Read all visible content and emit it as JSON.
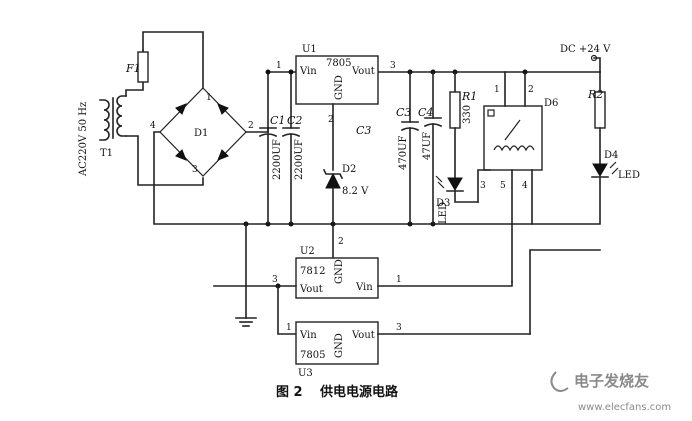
{
  "source": {
    "label": "AC220V 50 Hz",
    "transformer": "T1",
    "fuse": "F1"
  },
  "bridge": {
    "label": "D1",
    "pins": {
      "top": "1",
      "right": "2",
      "bottom": "3",
      "left": "4"
    }
  },
  "capacitors": {
    "c1": {
      "name": "C1",
      "value": "2200UF"
    },
    "c2": {
      "name": "C2",
      "value": "2200UF"
    },
    "c3": {
      "name": "C3"
    },
    "c3b": {
      "name": "C3",
      "value": "470UF"
    },
    "c4": {
      "name": "C4",
      "value": "47UF"
    }
  },
  "regulators": {
    "u1": {
      "ref": "U1",
      "part": "7805",
      "vin": "Vin",
      "vout": "Vout",
      "gnd": "GND",
      "pin_in": "1",
      "pin_out": "3",
      "pin_gnd": "2"
    },
    "u2": {
      "ref": "U2",
      "part": "7812",
      "vin": "Vin",
      "vout": "Vout",
      "gnd": "GND",
      "pin_in": "1",
      "pin_out": "3",
      "pin_gnd": "2"
    },
    "u3": {
      "ref": "U3",
      "part": "7805",
      "vin": "Vin",
      "vout": "Vout",
      "gnd": "GND",
      "pin_in": "1",
      "pin_out": "3"
    }
  },
  "zener": {
    "ref": "D2",
    "value": "8.2 V"
  },
  "resistors": {
    "r1": {
      "ref": "R1",
      "value": "330"
    },
    "r2": {
      "ref": "R2"
    }
  },
  "leds": {
    "d3": {
      "ref": "D3",
      "label": "LED"
    },
    "d4": {
      "ref": "D4",
      "label": "LED"
    }
  },
  "relay": {
    "ref": "D6",
    "pins": [
      "1",
      "2",
      "3",
      "5",
      "4"
    ]
  },
  "output": {
    "label": "DC +24 V"
  },
  "caption": {
    "figure": "图 2",
    "title": "供电电源电路"
  },
  "watermark": {
    "brand": "电子发烧友",
    "url": "www.elecfans.com"
  }
}
